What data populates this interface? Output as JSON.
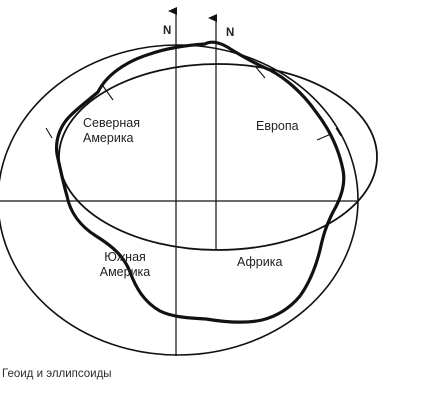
{
  "figure": {
    "north_marker": "N",
    "regions": {
      "north_america": "Северная\nАмерика",
      "europe": "Европа",
      "south_america": "Южная\nАмерика",
      "africa": "Африка"
    }
  },
  "caption": "Геоид и эллипсоиды",
  "colors": {
    "line": "#111111",
    "text": "#222222",
    "background": "#ffffff"
  }
}
